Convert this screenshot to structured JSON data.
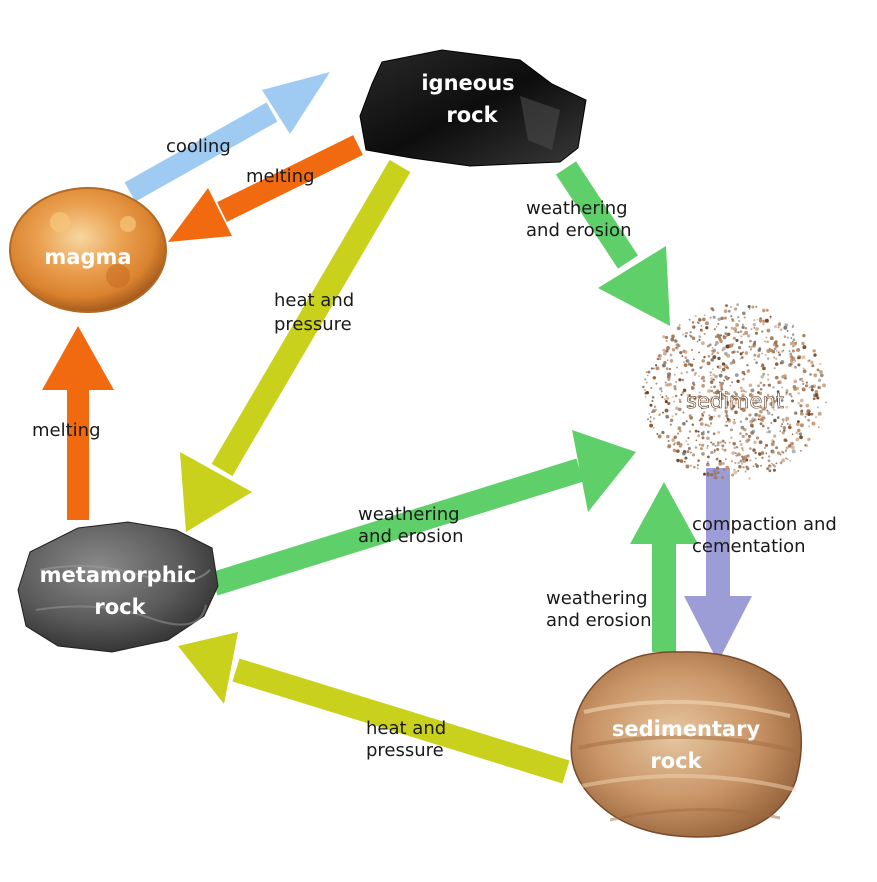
{
  "nodes": {
    "igneous": {
      "line1": "igneous",
      "line2": "rock"
    },
    "magma": {
      "label": "magma"
    },
    "sediment": {
      "label": "sediment"
    },
    "metamorphic": {
      "line1": "metamorphic",
      "line2": "rock"
    },
    "sedimentary": {
      "line1": "sedimentary",
      "line2": "rock"
    }
  },
  "processes": {
    "cooling": {
      "line1": "cooling"
    },
    "melting_igneous": {
      "line1": "melting"
    },
    "melting_metamorphic": {
      "line1": "melting"
    },
    "heat_pressure_igneous": {
      "line1": "heat and",
      "line2": "pressure"
    },
    "weathering_igneous": {
      "line1": "weathering",
      "line2": "and erosion"
    },
    "weathering_metamorphic": {
      "line1": "weathering",
      "line2": "and erosion"
    },
    "weathering_sedimentary": {
      "line1": "weathering",
      "line2": "and erosion"
    },
    "compaction": {
      "line1": "compaction and",
      "line2": "cementation"
    },
    "heat_pressure_sedimentary": {
      "line1": "heat and",
      "line2": "pressure"
    }
  },
  "colors": {
    "cooling": "#9fcbf2",
    "melting": "#f26a10",
    "heat_pressure": "#c9d11c",
    "weathering": "#5fcf6a",
    "compaction": "#9c9cd6"
  }
}
